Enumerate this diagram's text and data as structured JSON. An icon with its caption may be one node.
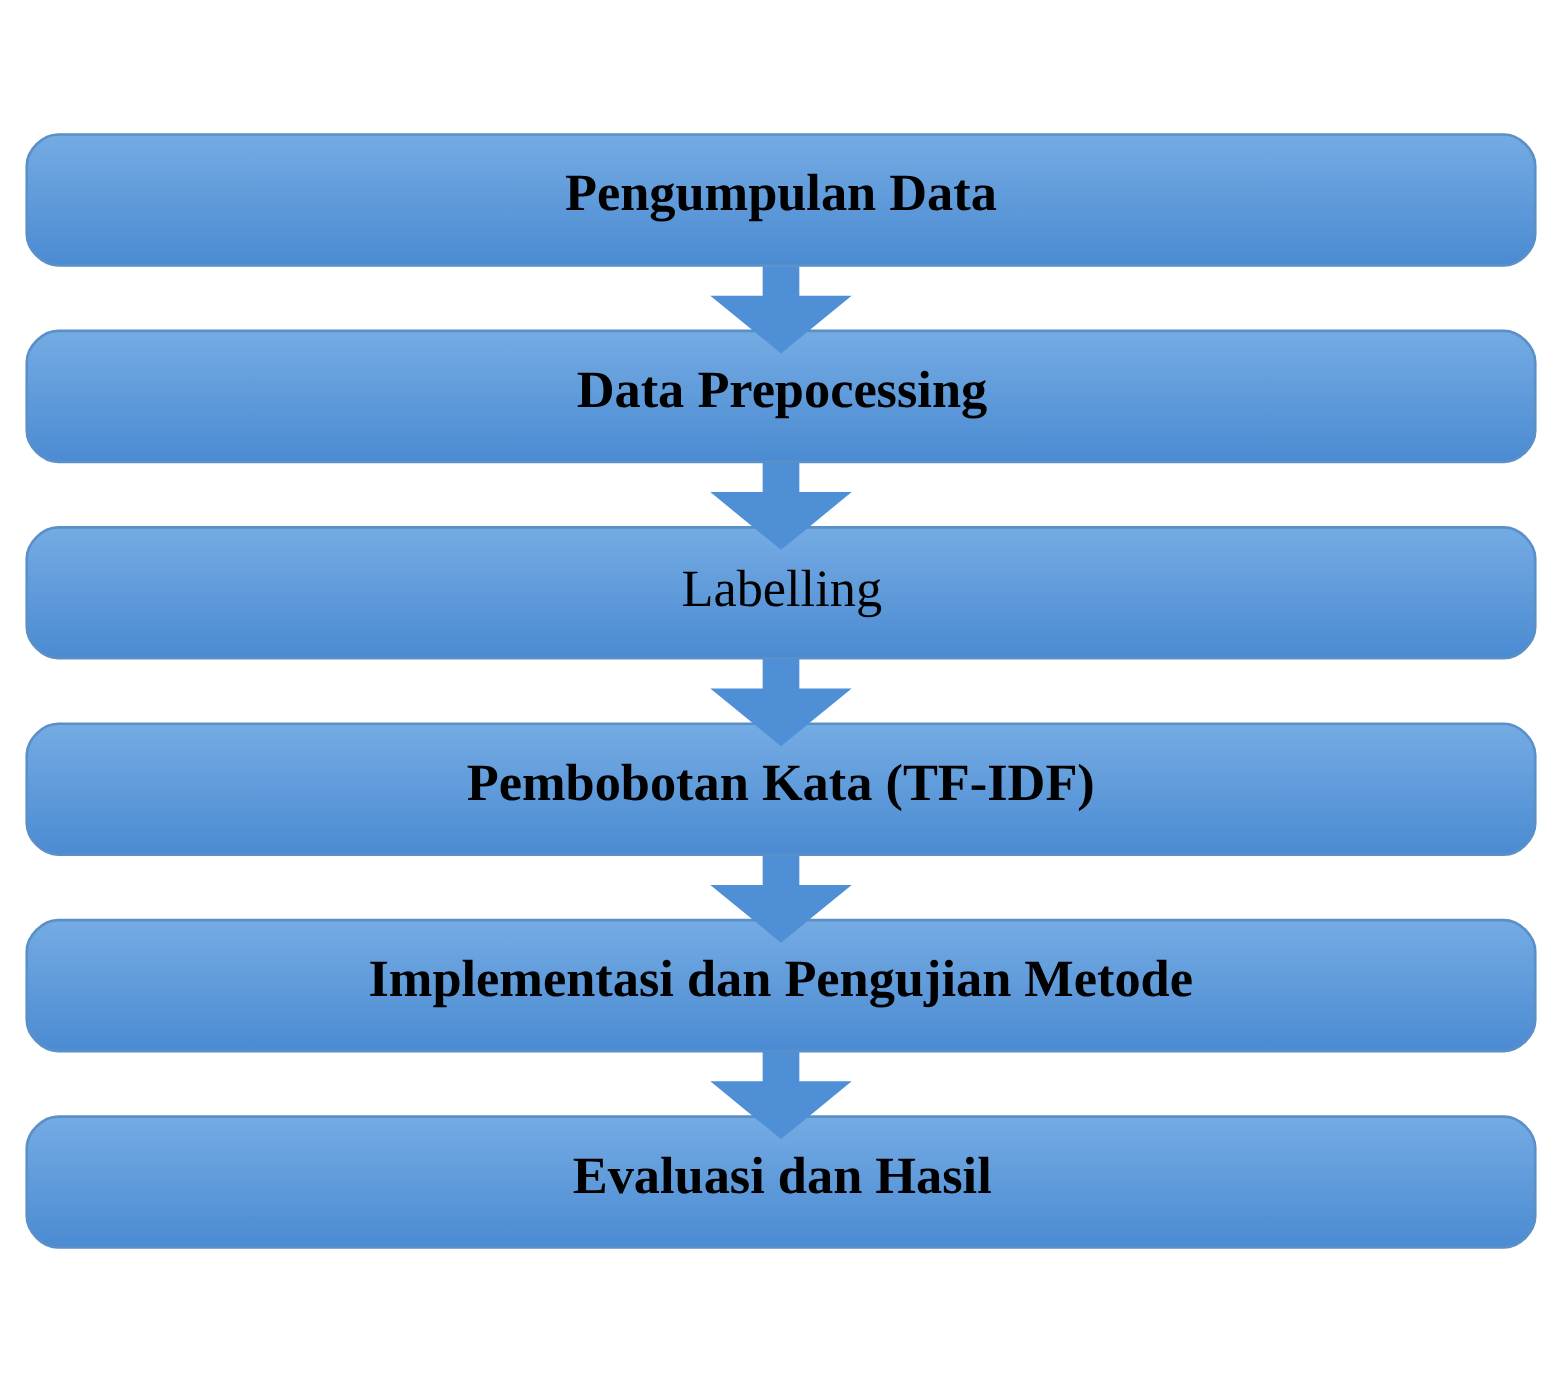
{
  "diagram": {
    "nodes": [
      {
        "text": [
          "Pengumpulan Data"
        ]
      },
      {
        "text": [
          "Data Prepocessing"
        ]
      },
      {
        "text": [
          "Labelling"
        ]
      },
      {
        "text": [
          "Pembobotan Kata (TF-IDF)"
        ]
      },
      {
        "text": [
          "Implementasi dan Pengujian Metode"
        ]
      },
      {
        "text": [
          "Evaluasi dan Hasil"
        ]
      }
    ],
    "edges": [
      {
        "from": 0,
        "to": 1,
        "arrow": "to"
      },
      {
        "from": 1,
        "to": 2,
        "arrow": "to"
      },
      {
        "from": 2,
        "to": 3,
        "arrow": "to"
      },
      {
        "from": 3,
        "to": 4,
        "arrow": "to"
      },
      {
        "from": 4,
        "to": 5,
        "arrow": "to"
      }
    ]
  }
}
